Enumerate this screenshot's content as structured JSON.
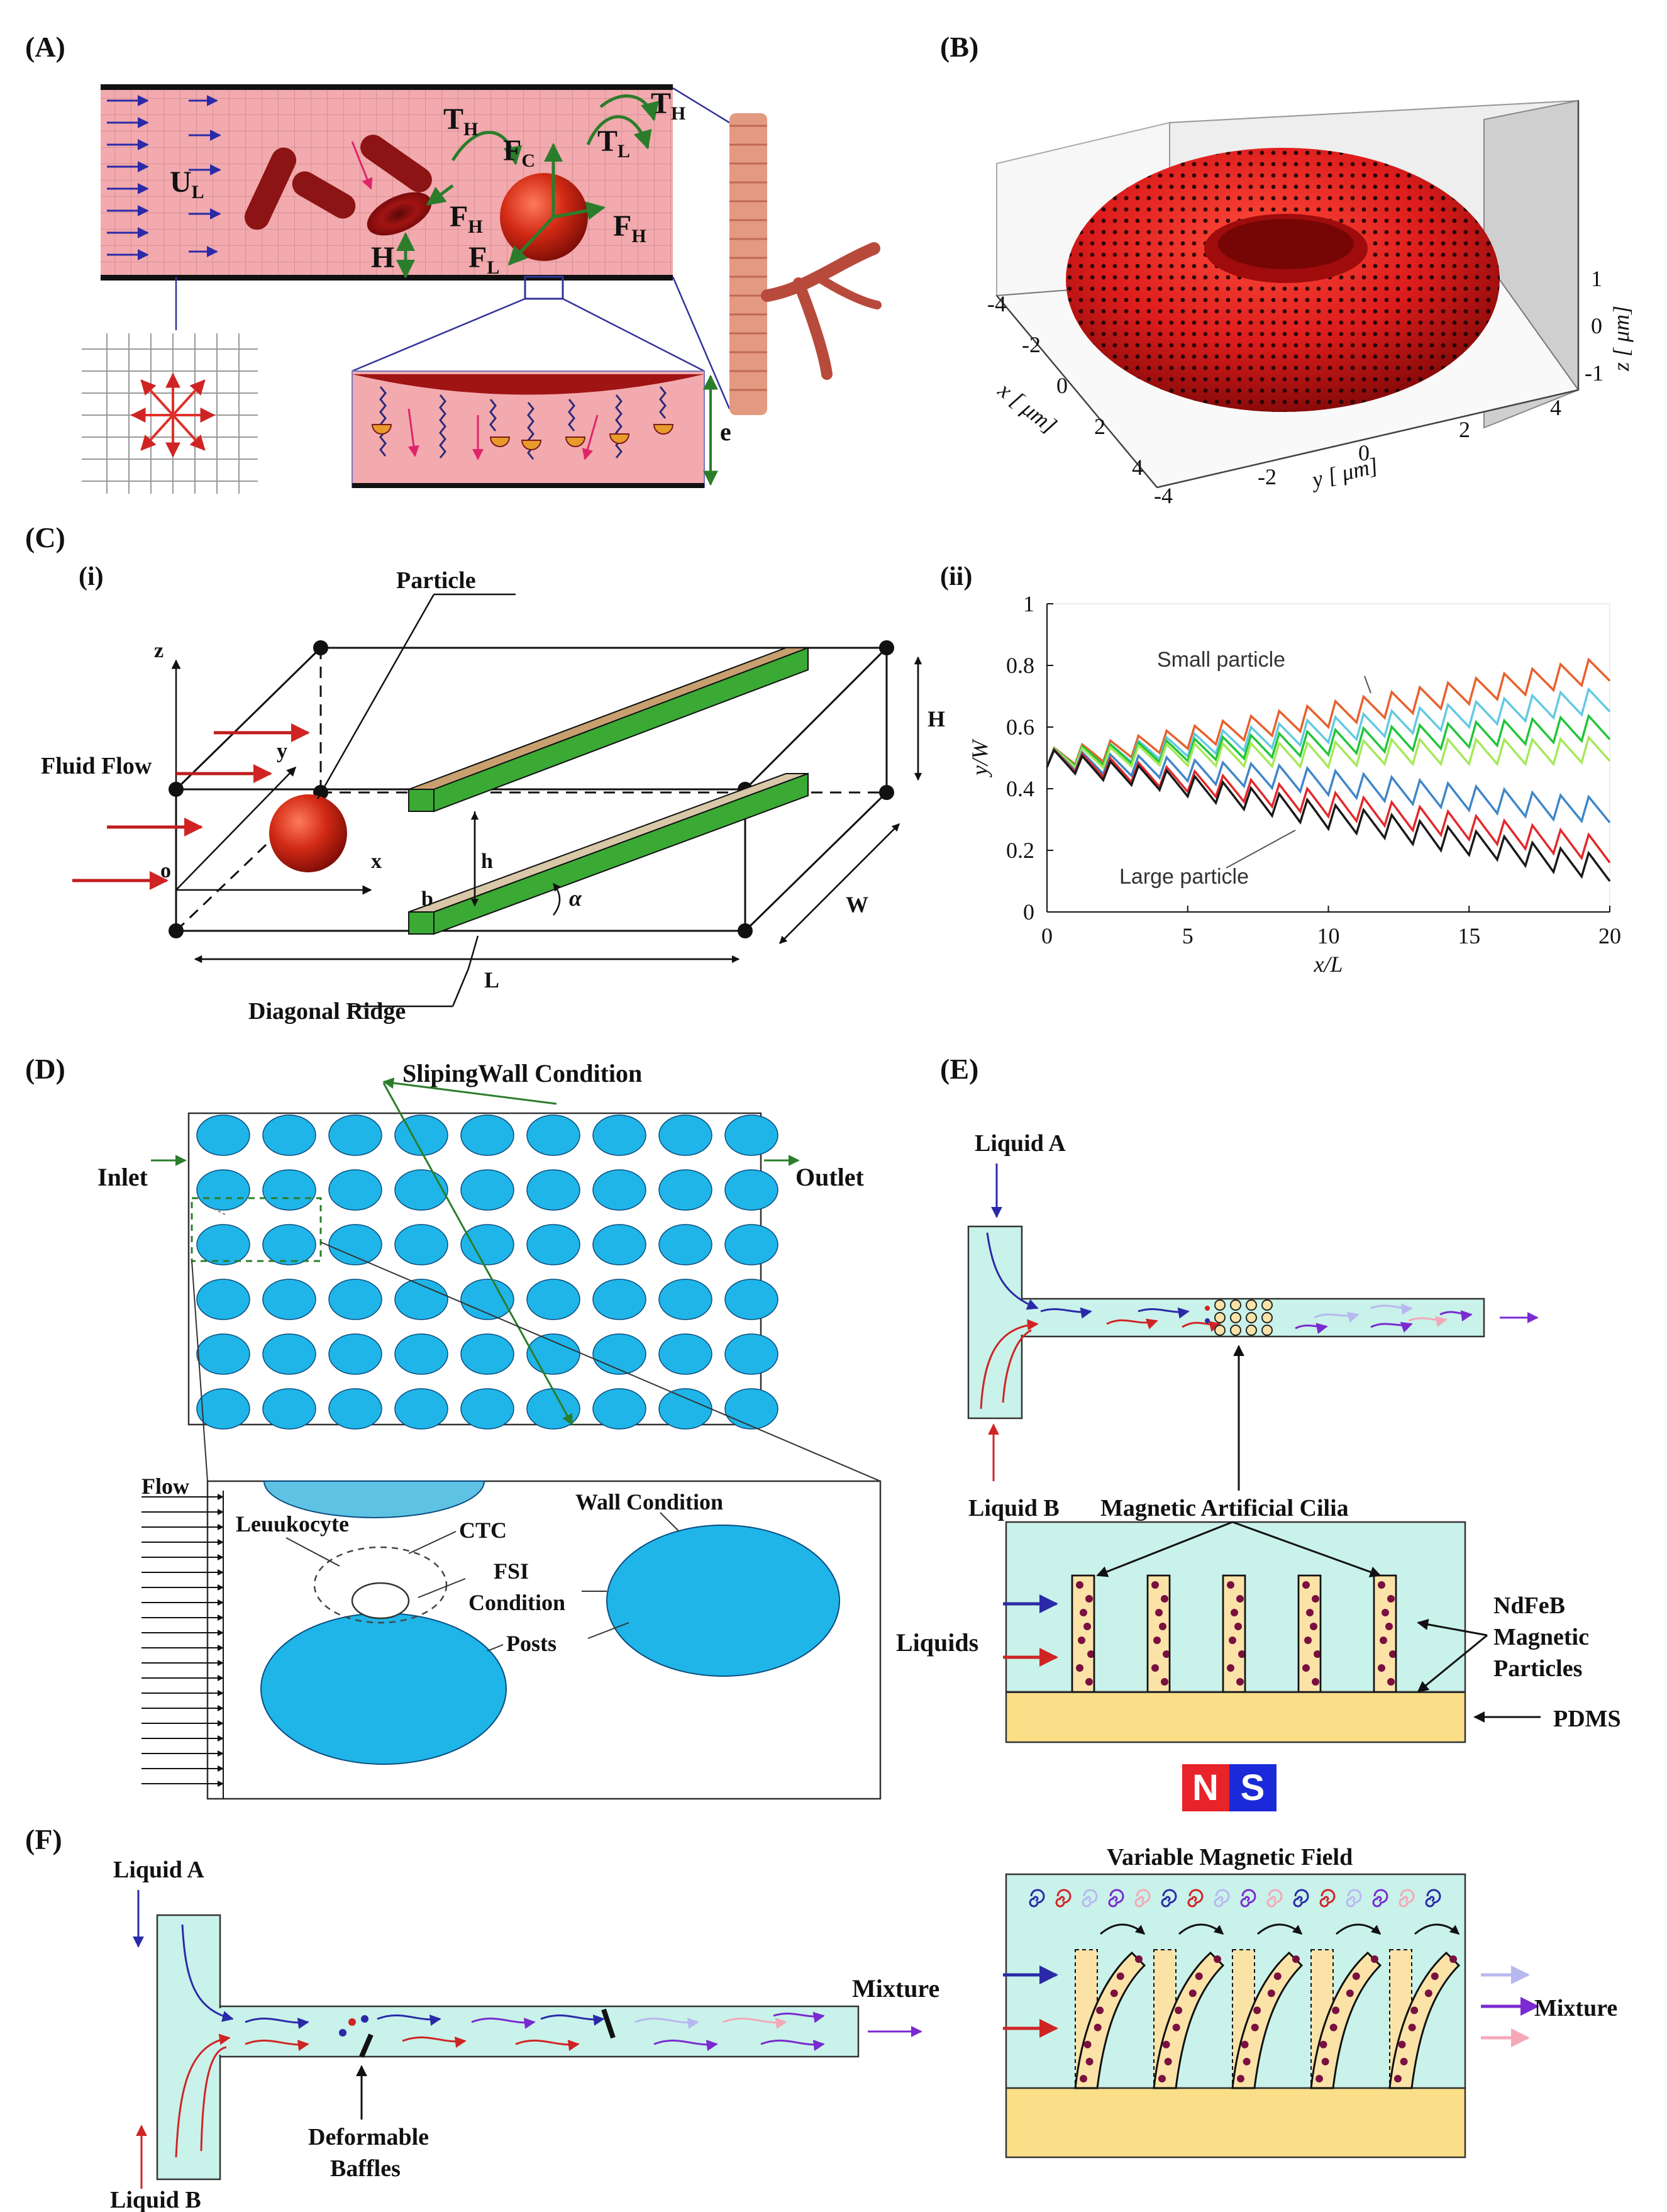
{
  "panels": {
    "A": {
      "label": "(A)",
      "texts": {
        "UL": "U",
        "UL_sub": "L",
        "H": "H",
        "TH1": "T",
        "TH1_sub": "H",
        "TH2": "T",
        "TH2_sub": "H",
        "TL": "T",
        "TL_sub": "L",
        "FC": "F",
        "FC_sub": "C",
        "FH1": "F",
        "FH1_sub": "H",
        "FH2": "F",
        "FH2_sub": "H",
        "FL": "F",
        "FL_sub": "L",
        "e": "e"
      }
    },
    "B": {
      "label": "(B)",
      "x_label": "x  [ μm]",
      "y_label": "y  [ μm]",
      "z_label": "z  [ μm]",
      "x_ticks": [
        "-4",
        "-2",
        "0",
        "2",
        "4"
      ],
      "y_ticks": [
        "-4",
        "-2",
        "0",
        "2",
        "4"
      ],
      "z_ticks": [
        "1",
        "0",
        "-1"
      ]
    },
    "C": {
      "label": "(C)",
      "sub_i": "(i)",
      "sub_ii": "(ii)",
      "i_texts": {
        "particle": "Particle",
        "fluid_flow": "Fluid Flow",
        "diagonal_ridge": "Diagonal Ridge",
        "z": "z",
        "y": "y",
        "x": "x",
        "o": "o",
        "h": "h",
        "b": "b",
        "alpha": "α",
        "L": "L",
        "W": "W",
        "H": "H"
      },
      "annotation_small": "Small particle",
      "annotation_large": "Large particle"
    },
    "D": {
      "label": "(D)",
      "texts": {
        "sliping": "SlipingWall Condition",
        "inlet": "Inlet",
        "outlet": "Outlet",
        "flow": "Flow",
        "leukocyte": "Leuukocyte",
        "ctc": "CTC",
        "fsi1": "FSI",
        "fsi2": "Condition",
        "wall": "Wall Condition",
        "posts": "Posts"
      }
    },
    "E": {
      "label": "(E)",
      "texts": {
        "liquid_a": "Liquid A",
        "liquid_b": "Liquid B",
        "cilia": "Magnetic Artificial Cilia",
        "liquids": "Liquids",
        "ndfeb1": "NdFeB",
        "ndfeb2": "Magnetic",
        "ndfeb3": "Particles",
        "pdms": "PDMS",
        "n": "N",
        "s": "S"
      }
    },
    "F": {
      "label": "(F)",
      "texts": {
        "liquid_a": "Liquid A",
        "liquid_b": "Liquid B",
        "mixture": "Mixture",
        "baffles1": "Deformable",
        "baffles2": "Baffles",
        "variable": "Variable Magnetic Field",
        "mixture2": "Mixture"
      }
    }
  },
  "colors": {
    "vessel_pink": "#f2aaae",
    "channel_cyan": "#c9f2ea",
    "post_blue": "#1fb5e8",
    "ridge_green": "#3aaa35",
    "cilia_tan": "#fbe3a8",
    "pdms_tan": "#fbdf88",
    "rbc_red": "#b01818",
    "arrow_green": "#2b7d2b"
  },
  "chart_data": {
    "type": "line",
    "xlabel": "x/L",
    "ylabel": "y/W",
    "xlim": [
      0,
      20
    ],
    "ylim": [
      0,
      1
    ],
    "x_ticks": [
      0,
      5,
      10,
      15,
      20
    ],
    "y_ticks": [
      0,
      0.2,
      0.4,
      0.6,
      0.8,
      1
    ],
    "grid": false,
    "period": 1,
    "x": [
      0,
      2,
      4,
      6,
      8,
      10,
      12,
      14,
      16,
      18,
      20
    ],
    "series": [
      {
        "color": "#e8602c",
        "values": [
          0.5,
          0.52,
          0.55,
          0.58,
          0.61,
          0.64,
          0.67,
          0.7,
          0.73,
          0.76,
          0.79
        ]
      },
      {
        "color": "#63c9e3",
        "values": [
          0.5,
          0.51,
          0.53,
          0.55,
          0.57,
          0.59,
          0.61,
          0.63,
          0.65,
          0.67,
          0.69
        ]
      },
      {
        "color": "#22c53a",
        "values": [
          0.5,
          0.51,
          0.52,
          0.53,
          0.54,
          0.55,
          0.56,
          0.57,
          0.58,
          0.59,
          0.6
        ]
      },
      {
        "color": "#a6e85a",
        "values": [
          0.5,
          0.5,
          0.51,
          0.51,
          0.51,
          0.51,
          0.52,
          0.52,
          0.52,
          0.52,
          0.53
        ]
      },
      {
        "color": "#3f86c8",
        "values": [
          0.5,
          0.48,
          0.47,
          0.45,
          0.44,
          0.42,
          0.4,
          0.38,
          0.36,
          0.34,
          0.33
        ]
      },
      {
        "color": "#e3282a",
        "values": [
          0.5,
          0.47,
          0.44,
          0.41,
          0.38,
          0.35,
          0.32,
          0.29,
          0.26,
          0.23,
          0.2
        ]
      },
      {
        "color": "#1a1a1a",
        "values": [
          0.5,
          0.46,
          0.43,
          0.39,
          0.35,
          0.31,
          0.28,
          0.24,
          0.21,
          0.17,
          0.14
        ]
      }
    ]
  }
}
